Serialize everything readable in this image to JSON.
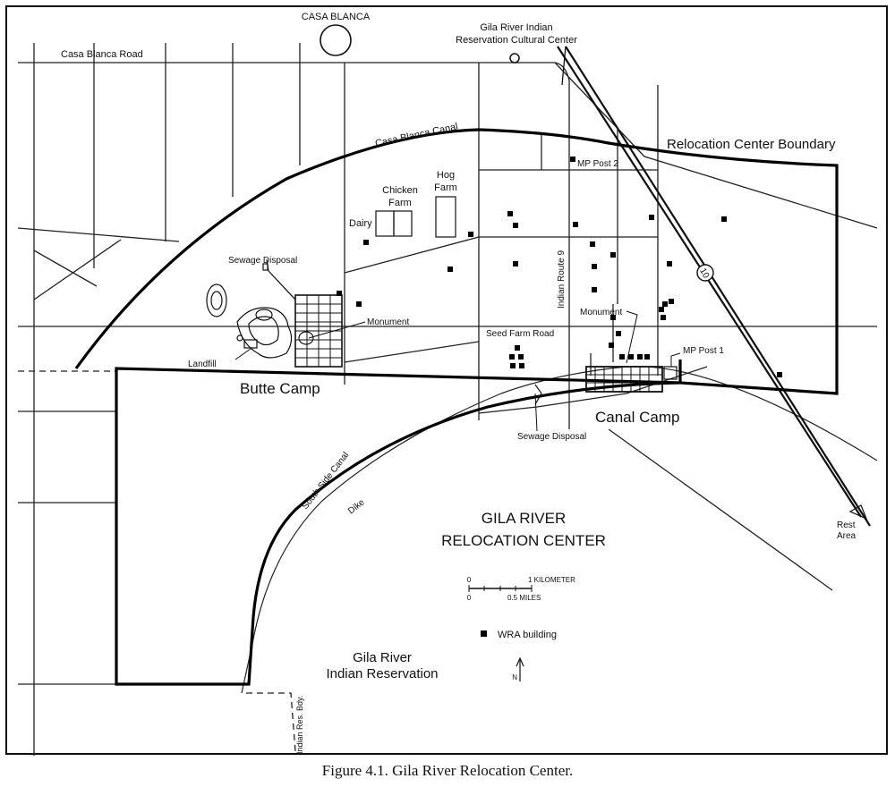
{
  "map": {
    "labels": {
      "casa_blanca": "CASA BLANCA",
      "casa_blanca_road": "Casa Blanca Road",
      "cultural_center_line1": "Gila River Indian",
      "cultural_center_line2": "Reservation Cultural Center",
      "casa_blanca_canal": "Casa Blanca Canal",
      "boundary": "Relocation Center Boundary",
      "mp_post_2": "MP Post 2",
      "hog_farm_line1": "Hog",
      "hog_farm_line2": "Farm",
      "chicken_farm_line1": "Chicken",
      "chicken_farm_line2": "Farm",
      "dairy": "Dairy",
      "sewage_disposal_north": "Sewage Disposal",
      "monument_butte": "Monument",
      "landfill": "Landfill",
      "butte_camp": "Butte Camp",
      "indian_route_9": "Indian Route 9",
      "monument_canal": "Monument",
      "seed_farm_road": "Seed Farm Road",
      "mp_post_1": "MP Post 1",
      "canal_camp": "Canal Camp",
      "sewage_disposal_south": "Sewage Disposal",
      "interstate": "10",
      "south_side_canal": "South Side Canal",
      "dike": "Dike",
      "title_line1": "GILA RIVER",
      "title_line2": "RELOCATION CENTER",
      "reservation_line1": "Gila River",
      "reservation_line2": "Indian Reservation",
      "rest_area_line1": "Rest",
      "rest_area_line2": "Area",
      "indian_res_bdy": "Indian Res. Bdy.",
      "north": "N"
    },
    "scale_bar": {
      "km_zero": "0",
      "km_label": "1 KILOMETER",
      "mi_zero": "0",
      "mi_label": "0.5 MILES"
    },
    "legend": {
      "wra_building": "WRA building"
    }
  },
  "caption": "Figure 4.1. Gila River Relocation Center."
}
